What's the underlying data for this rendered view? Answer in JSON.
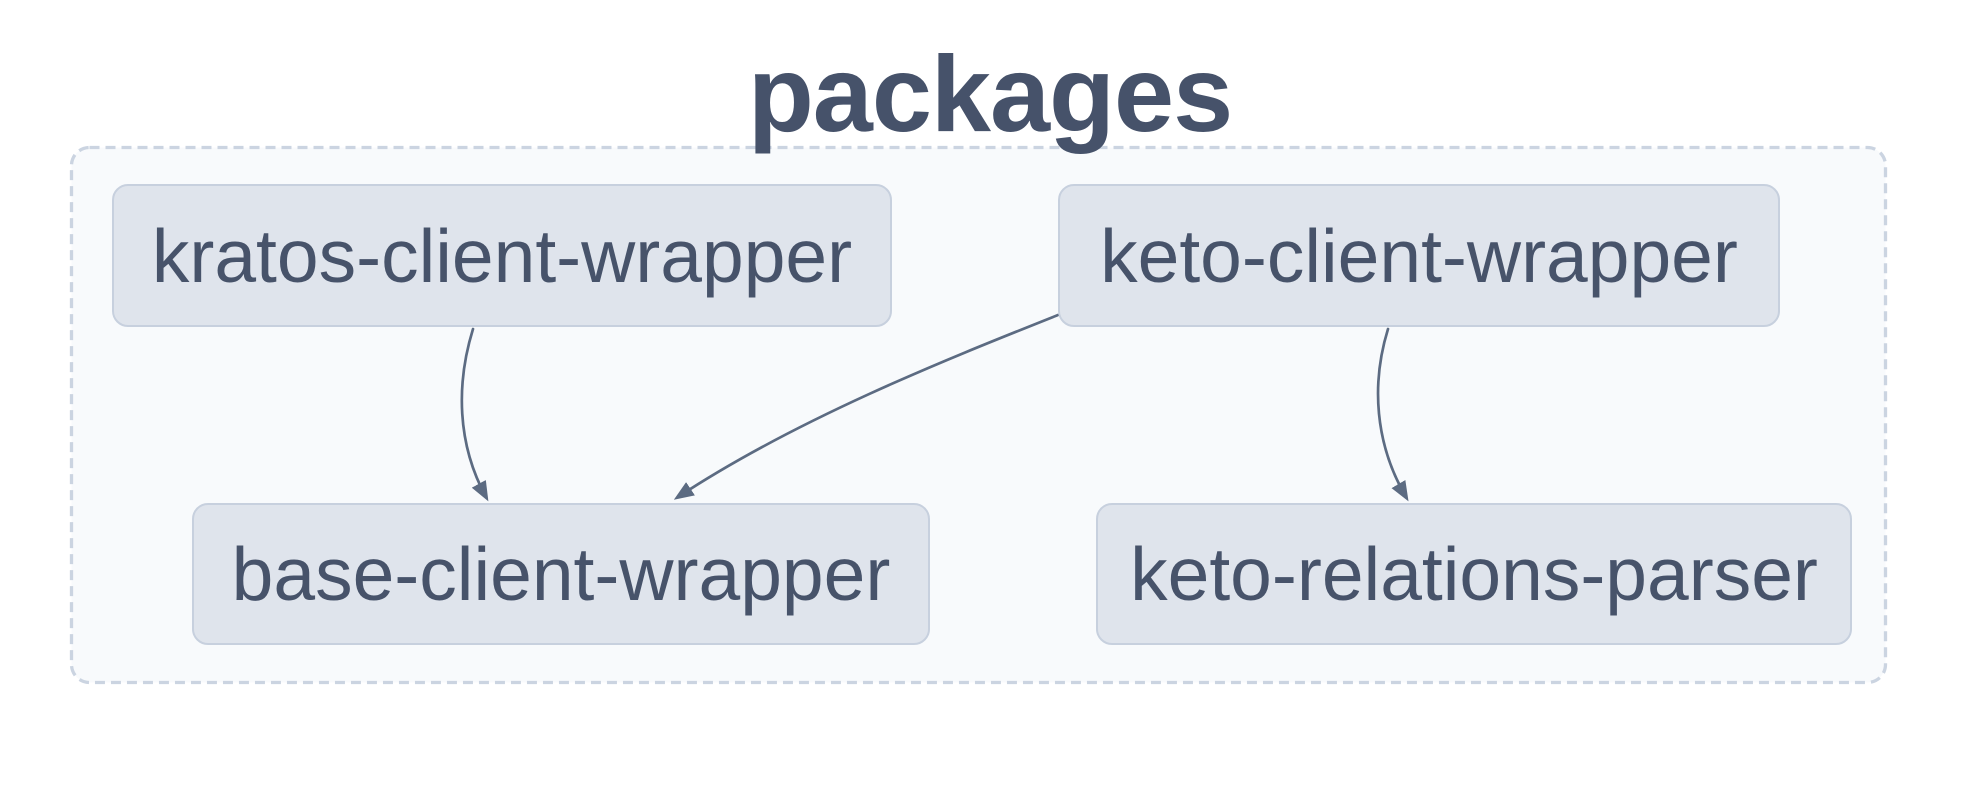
{
  "diagram": {
    "title": "packages",
    "cluster": {
      "name": "packages"
    },
    "nodes": [
      {
        "id": "kratos-client-wrapper",
        "label": "kratos-client-wrapper"
      },
      {
        "id": "keto-client-wrapper",
        "label": "keto-client-wrapper"
      },
      {
        "id": "base-client-wrapper",
        "label": "base-client-wrapper"
      },
      {
        "id": "keto-relations-parser",
        "label": "keto-relations-parser"
      }
    ],
    "edges": [
      {
        "from": "kratos-client-wrapper",
        "to": "base-client-wrapper"
      },
      {
        "from": "keto-client-wrapper",
        "to": "base-client-wrapper"
      },
      {
        "from": "keto-client-wrapper",
        "to": "keto-relations-parser"
      }
    ],
    "colors": {
      "title_text": "#46526a",
      "node_fill": "#dfe4ec",
      "node_border": "#c7d0de",
      "node_text": "#47536a",
      "cluster_fill": "#f8fafc",
      "cluster_border": "#cbd4e1",
      "edge": "#5c6b82",
      "page_background": "#ffffff"
    }
  }
}
